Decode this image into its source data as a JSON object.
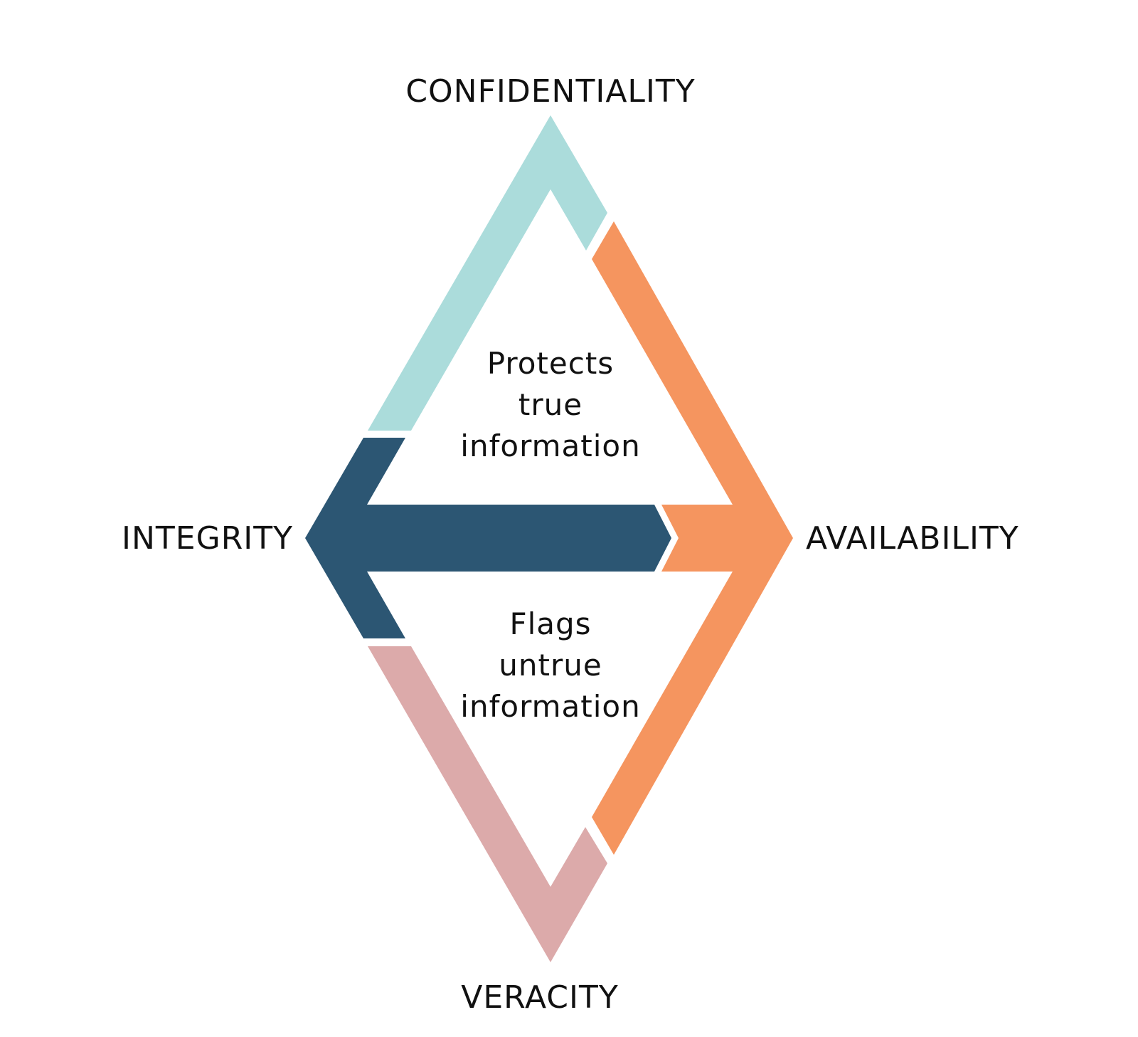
{
  "diagram": {
    "labels": {
      "top": "CONFIDENTIALITY",
      "left": "INTEGRITY",
      "right": "AVAILABILITY",
      "bottom": "VERACITY"
    },
    "upper_text": {
      "line1": "Protects",
      "line2": "true",
      "line3": "information"
    },
    "lower_text": {
      "line1": "Flags",
      "line2": "untrue",
      "line3": "information"
    },
    "colors": {
      "confidentiality": "#abdcdb",
      "availability": "#f5955f",
      "integrity": "#2c5673",
      "veracity": "#dcaaaa",
      "true_text": "#7dc34a",
      "untrue_text": "#ee2a36",
      "label_text": "#111111"
    }
  }
}
